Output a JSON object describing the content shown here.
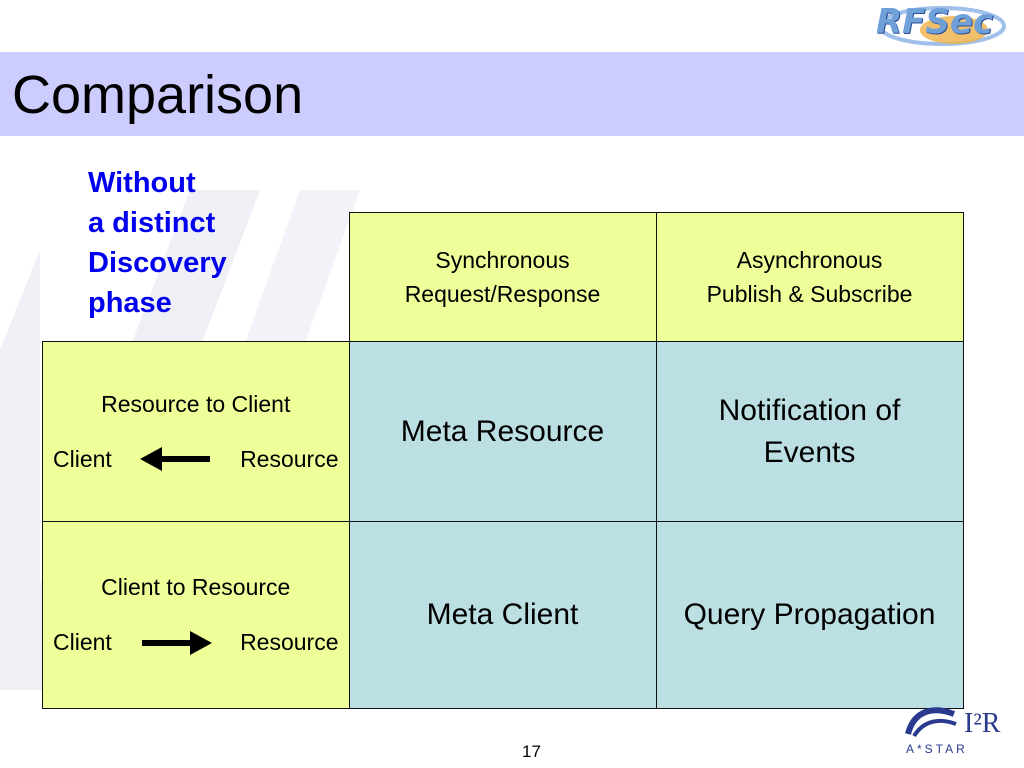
{
  "slide": {
    "title": "Comparison",
    "side_note": [
      "Without",
      "a distinct",
      "Discovery",
      "phase"
    ],
    "page_number": "17"
  },
  "table": {
    "col_headers": [
      "Synchronous\nRequest/Response",
      "Asynchronous\nPublish & Subscribe"
    ],
    "rows": [
      {
        "header_title": "Resource to Client",
        "left_label": "Client",
        "right_label": "Resource",
        "arrow_direction": "left",
        "cells": [
          "Meta Resource",
          "Notification of Events"
        ]
      },
      {
        "header_title": "Client to Resource",
        "left_label": "Client",
        "right_label": "Resource",
        "arrow_direction": "right",
        "cells": [
          "Meta Client",
          "Query Propagation"
        ]
      }
    ]
  },
  "logos": {
    "top": "RFSec",
    "bottom_mark": "I²R",
    "bottom_sub": "A*STAR"
  },
  "colors": {
    "title_bar": "#ccccff",
    "header_fill": "#eeff99",
    "body_fill": "#bbdfe2",
    "note_text": "#0000ee"
  }
}
